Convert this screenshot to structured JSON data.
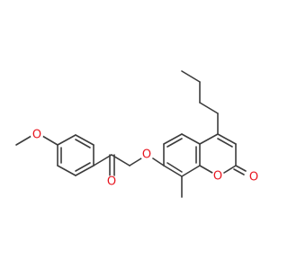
{
  "molecule": {
    "atom_labels": {
      "methoxy_oxygen": "O",
      "ketone_oxygen": "O",
      "ether_oxygen": "O",
      "ring_oxygen": "O",
      "lactone_carbonyl_oxygen": "O"
    },
    "colors": {
      "bond": "#3c3c3c",
      "oxygen": "#e8141e"
    }
  }
}
